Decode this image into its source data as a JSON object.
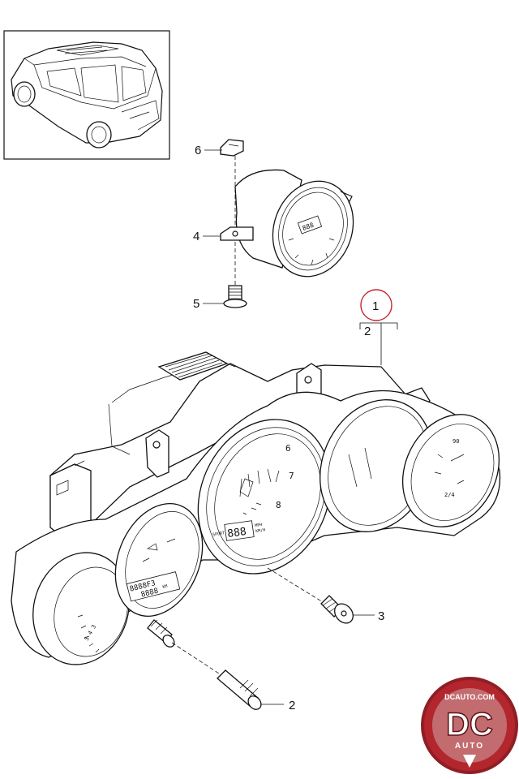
{
  "callouts": {
    "c1": "1",
    "c2_bracket": "2",
    "c2_pin": "2",
    "c3": "3",
    "c4": "4",
    "c5": "5",
    "c6": "6"
  },
  "gauge_marks": {
    "tach_6": "6",
    "tach_7": "7",
    "tach_8": "8",
    "speed_display": "888",
    "speed_unit_mph": "MPH",
    "speed_unit_kmh": "KM/H",
    "sport": "SPORT",
    "odo_top": "8888F3",
    "odo_bottom": "8888",
    "odo_unit": "KM",
    "right_gauge_90": "90",
    "right_gauge_24": "2/4",
    "small_gauge_display": "888"
  },
  "watermark": {
    "site": "DCAUTO.COM",
    "logo": "DC",
    "word": "AUTO"
  },
  "colors": {
    "highlight_circle": "#c8232c",
    "logo_red": "#b3262d",
    "line": "#111111"
  }
}
